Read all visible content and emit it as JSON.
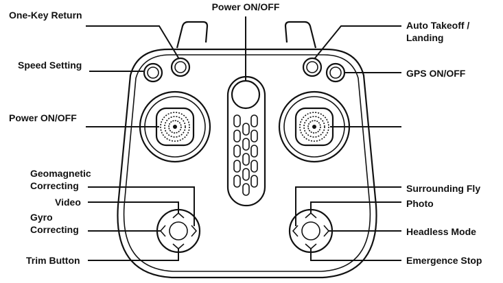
{
  "labels": {
    "one_key_return": "One-Key Return",
    "power_top": "Power ON/OFF",
    "auto_takeoff_1": "Auto Takeoff /",
    "auto_takeoff_2": "Landing",
    "speed_setting": "Speed Setting",
    "gps": "GPS ON/OFF",
    "power_left": "Power ON/OFF",
    "geomagnetic_1": "Geomagnetic",
    "geomagnetic_2": "Correcting",
    "video": "Video",
    "gyro_1": "Gyro",
    "gyro_2": "Correcting",
    "trim": "Trim Button",
    "surrounding_fly": "Surrounding Fly",
    "photo": "Photo",
    "headless": "Headless Mode",
    "emergence_stop": "Emergence Stop"
  },
  "colors": {
    "line": "#111111",
    "background": "#ffffff"
  }
}
